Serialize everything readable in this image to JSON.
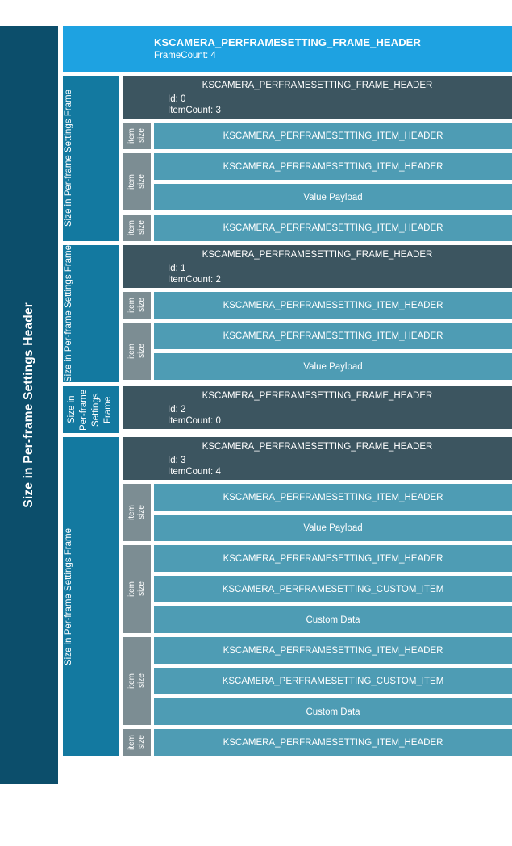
{
  "sidebar": {
    "label": "Size in Per-frame Settings Header"
  },
  "top_header": {
    "title": "KSCAMERA_PERFRAMESETTING_FRAME_HEADER",
    "sub": "FrameCount: 4"
  },
  "labels": {
    "frame_label": "Size in Per-frame Settings Frame",
    "item_size": "item\nsize",
    "item_size_line1": "item",
    "item_size_line2": "size",
    "frame_header_title": "KSCAMERA_PERFRAMESETTING_FRAME_HEADER",
    "item_header": "KSCAMERA_PERFRAMESETTING_ITEM_HEADER",
    "custom_item": "KSCAMERA_PERFRAMESETTING_CUSTOM_ITEM",
    "value_payload": "Value Payload",
    "custom_data": "Custom Data"
  },
  "colors": {
    "sidebar": "#0C4E6B",
    "top_header": "#1EA2E1",
    "frame_label": "#1379A0",
    "frame_header": "#3C5560",
    "item_size": "#7C8D93",
    "item_row": "#4E9CB4",
    "text": "#FFFFFF"
  },
  "frames": [
    {
      "header_title": "KSCAMERA_PERFRAMESETTING_FRAME_HEADER",
      "id_line": "Id: 0",
      "itemcount_line": "ItemCount: 3",
      "label": "Size in Per-frame Settings Frame",
      "items": [
        {
          "rows": [
            "KSCAMERA_PERFRAMESETTING_ITEM_HEADER"
          ]
        },
        {
          "rows": [
            "KSCAMERA_PERFRAMESETTING_ITEM_HEADER",
            "Value Payload"
          ]
        },
        {
          "rows": [
            "KSCAMERA_PERFRAMESETTING_ITEM_HEADER"
          ]
        }
      ]
    },
    {
      "header_title": "KSCAMERA_PERFRAMESETTING_FRAME_HEADER",
      "id_line": "Id: 1",
      "itemcount_line": "ItemCount: 2",
      "label": "Size in Per-frame Settings Frame",
      "items": [
        {
          "rows": [
            "KSCAMERA_PERFRAMESETTING_ITEM_HEADER"
          ]
        },
        {
          "rows": [
            "KSCAMERA_PERFRAMESETTING_ITEM_HEADER",
            "Value Payload"
          ]
        }
      ]
    },
    {
      "header_title": "KSCAMERA_PERFRAMESETTING_FRAME_HEADER",
      "id_line": "Id: 2",
      "itemcount_line": "ItemCount: 0",
      "label": "Size in Per-frame Settings Frame",
      "items": []
    },
    {
      "header_title": "KSCAMERA_PERFRAMESETTING_FRAME_HEADER",
      "id_line": "Id: 3",
      "itemcount_line": "ItemCount: 4",
      "label": "Size in Per-frame Settings Frame",
      "items": [
        {
          "rows": [
            "KSCAMERA_PERFRAMESETTING_ITEM_HEADER",
            "Value Payload"
          ]
        },
        {
          "rows": [
            "KSCAMERA_PERFRAMESETTING_ITEM_HEADER",
            "KSCAMERA_PERFRAMESETTING_CUSTOM_ITEM",
            "Custom Data"
          ]
        },
        {
          "rows": [
            "KSCAMERA_PERFRAMESETTING_ITEM_HEADER",
            "KSCAMERA_PERFRAMESETTING_CUSTOM_ITEM",
            "Custom Data"
          ]
        },
        {
          "rows": [
            "KSCAMERA_PERFRAMESETTING_ITEM_HEADER"
          ]
        }
      ]
    }
  ]
}
